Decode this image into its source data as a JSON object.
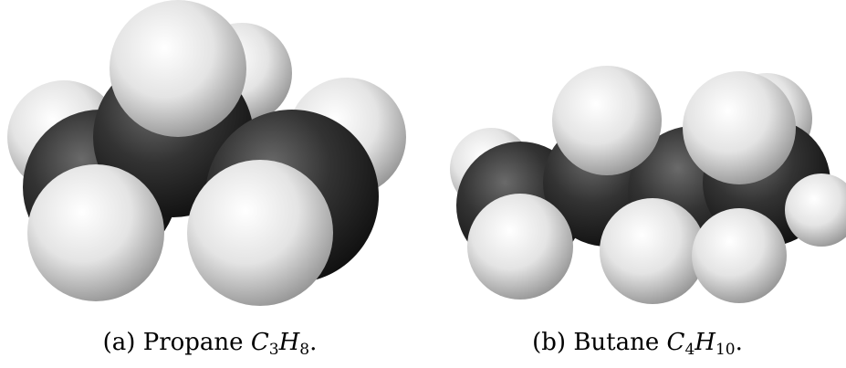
{
  "figures": [
    {
      "label": "(a)",
      "name": "Propane",
      "formula": {
        "c": "C",
        "c_sub": "3",
        "h": "H",
        "h_sub": "8"
      },
      "end": "."
    },
    {
      "label": "(b)",
      "name": "Butane",
      "formula": {
        "c": "C",
        "c_sub": "4",
        "h": "H",
        "h_sub": "10"
      },
      "end": "."
    }
  ],
  "colors": {
    "carbon": "#2e2e2e",
    "hydrogen": "#e8e8e8",
    "background": "#ffffff"
  }
}
